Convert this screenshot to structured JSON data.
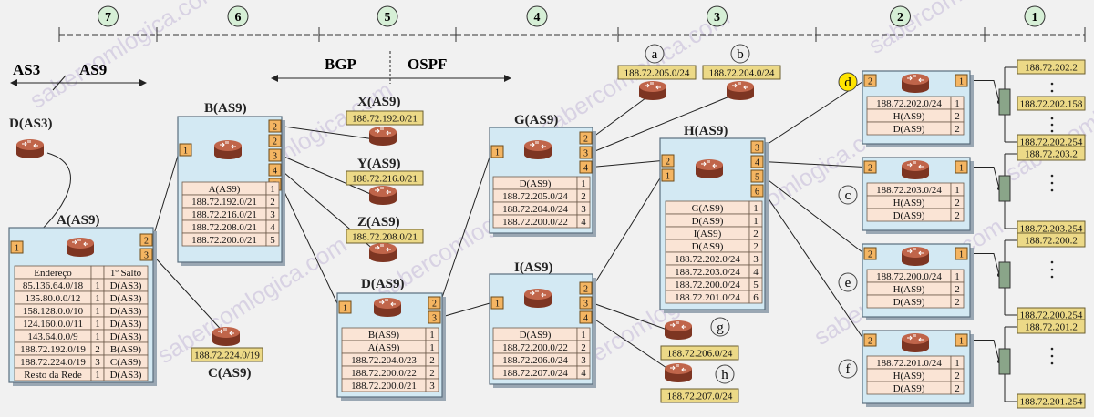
{
  "sections": [
    "7",
    "6",
    "5",
    "4",
    "3",
    "2",
    "1"
  ],
  "as_labels": {
    "as3": "AS3",
    "as9": "AS9",
    "bgp": "BGP",
    "ospf": "OSPF"
  },
  "watermark": "sabercomlogica.com",
  "routers": {
    "d_as3": {
      "title": "D(AS3)"
    },
    "a": {
      "title": "A(AS9)",
      "ports": [
        "1",
        "2",
        "3"
      ],
      "headers": [
        "Endereço",
        "",
        "1º Salto"
      ],
      "rows": [
        [
          "85.136.64.0/18",
          "1",
          "D(AS3)"
        ],
        [
          "135.80.0.0/12",
          "1",
          "D(AS3)"
        ],
        [
          "158.128.0.0/10",
          "1",
          "D(AS3)"
        ],
        [
          "124.160.0.0/11",
          "1",
          "D(AS3)"
        ],
        [
          "143.64.0.0/9",
          "1",
          "D(AS3)"
        ],
        [
          "188.72.192.0/19",
          "2",
          "B(AS9)"
        ],
        [
          "188.72.224.0/19",
          "3",
          "C(AS9)"
        ],
        [
          "Resto da Rede",
          "1",
          "D(AS3)"
        ]
      ]
    },
    "b": {
      "title": "B(AS9)",
      "ports": [
        "1",
        "2",
        "3",
        "4",
        "5"
      ],
      "rows": [
        [
          "A(AS9)",
          "1"
        ],
        [
          "188.72.192.0/21",
          "2"
        ],
        [
          "188.72.216.0/21",
          "3"
        ],
        [
          "188.72.208.0/21",
          "4"
        ],
        [
          "188.72.200.0/21",
          "5"
        ]
      ]
    },
    "c": {
      "title": "C(AS9)",
      "net": "188.72.224.0/19"
    },
    "x": {
      "title": "X(AS9)",
      "net": "188.72.192.0/21"
    },
    "y": {
      "title": "Y(AS9)",
      "net": "188.72.216.0/21"
    },
    "z": {
      "title": "Z(AS9)",
      "net": "188.72.208.0/21"
    },
    "d": {
      "title": "D(AS9)",
      "ports": [
        "1",
        "2",
        "3"
      ],
      "rows": [
        [
          "B(AS9)",
          "1"
        ],
        [
          "A(AS9)",
          "1"
        ],
        [
          "188.72.204.0/23",
          "2"
        ],
        [
          "188.72.200.0/22",
          "2"
        ],
        [
          "188.72.200.0/21",
          "3"
        ]
      ]
    },
    "g": {
      "title": "G(AS9)",
      "ports": [
        "1",
        "2",
        "3",
        "4"
      ],
      "rows": [
        [
          "D(AS9)",
          "1"
        ],
        [
          "188.72.205.0/24",
          "2"
        ],
        [
          "188.72.204.0/24",
          "3"
        ],
        [
          "188.72.200.0/22",
          "4"
        ]
      ]
    },
    "i": {
      "title": "I(AS9)",
      "ports": [
        "1",
        "2",
        "3",
        "4"
      ],
      "rows": [
        [
          "D(AS9)",
          "1"
        ],
        [
          "188.72.200.0/22",
          "2"
        ],
        [
          "188.72.206.0/24",
          "3"
        ],
        [
          "188.72.207.0/24",
          "4"
        ]
      ]
    },
    "h": {
      "title": "H(AS9)",
      "ports": [
        "1",
        "2",
        "3",
        "4",
        "5",
        "6"
      ],
      "rows": [
        [
          "G(AS9)",
          "1"
        ],
        [
          "D(AS9)",
          "1"
        ],
        [
          "I(AS9)",
          "2"
        ],
        [
          "D(AS9)",
          "2"
        ],
        [
          "188.72.202.0/24",
          "3"
        ],
        [
          "188.72.203.0/24",
          "4"
        ],
        [
          "188.72.200.0/24",
          "5"
        ],
        [
          "188.72.201.0/24",
          "6"
        ]
      ]
    },
    "sub_a": {
      "tag": "a",
      "net": "188.72.205.0/24"
    },
    "sub_b": {
      "tag": "b",
      "net": "188.72.204.0/24"
    },
    "sub_g": {
      "tag": "g",
      "net": "188.72.206.0/24"
    },
    "sub_h": {
      "tag": "h",
      "net": "188.72.207.0/24"
    },
    "r_d": {
      "tag": "d",
      "ports": [
        "1",
        "2"
      ],
      "rows": [
        [
          "188.72.202.0/24",
          "1"
        ],
        [
          "H(AS9)",
          "2"
        ],
        [
          "D(AS9)",
          "2"
        ]
      ]
    },
    "r_c": {
      "tag": "c",
      "ports": [
        "1",
        "2"
      ],
      "rows": [
        [
          "188.72.203.0/24",
          "1"
        ],
        [
          "H(AS9)",
          "2"
        ],
        [
          "D(AS9)",
          "2"
        ]
      ]
    },
    "r_e": {
      "tag": "e",
      "ports": [
        "1",
        "2"
      ],
      "rows": [
        [
          "188.72.200.0/24",
          "1"
        ],
        [
          "H(AS9)",
          "2"
        ],
        [
          "D(AS9)",
          "2"
        ]
      ]
    },
    "r_f": {
      "tag": "f",
      "ports": [
        "1",
        "2"
      ],
      "rows": [
        [
          "188.72.201.0/24",
          "1"
        ],
        [
          "H(AS9)",
          "2"
        ],
        [
          "D(AS9)",
          "2"
        ]
      ]
    }
  },
  "hosts": {
    "d": {
      "first": "188.72.202.2",
      "highlight": "188.72.202.158",
      "last": "188.72.202.254"
    },
    "c": {
      "first": "188.72.203.2",
      "last": "188.72.203.254"
    },
    "e": {
      "first": "188.72.200.2",
      "last": "188.72.200.254"
    },
    "f": {
      "first": "188.72.201.2",
      "last": "188.72.201.254"
    }
  },
  "colors": {
    "box": "#d3e9f3",
    "table": "#fae4d5",
    "network": "#ecd987",
    "port": "#f4b562",
    "router": "#b0543a",
    "highlight": "#ffe400"
  }
}
